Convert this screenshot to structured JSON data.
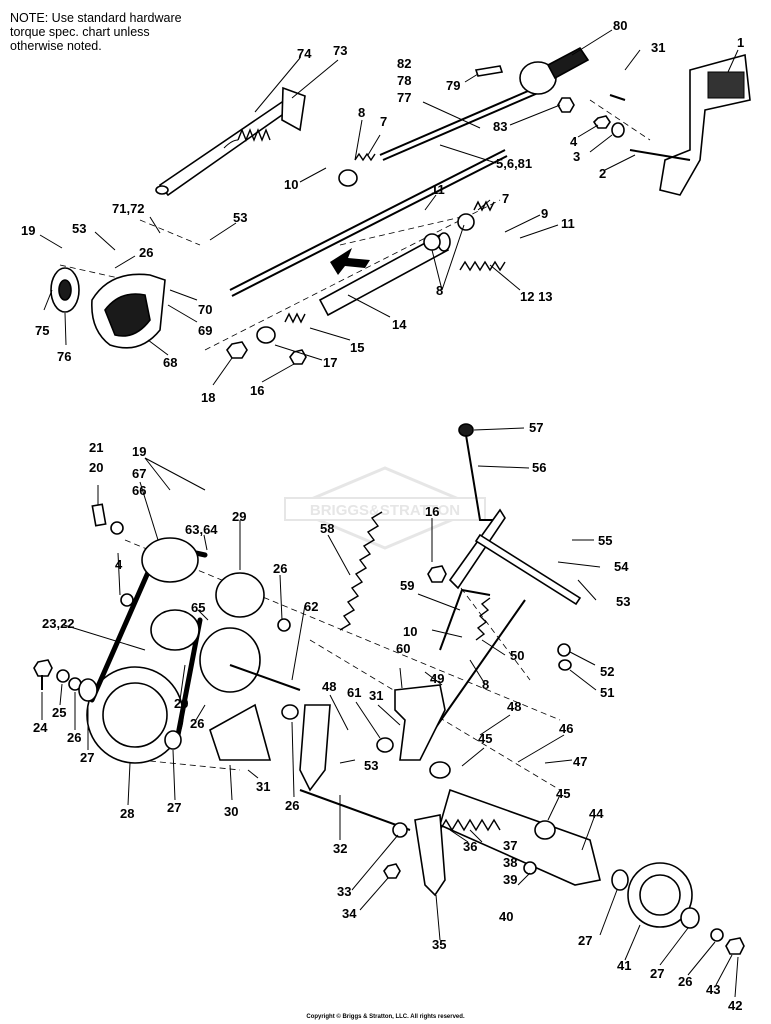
{
  "note": {
    "lines": [
      "NOTE: Use standard hardware",
      "torque spec. chart unless",
      "otherwise noted."
    ]
  },
  "watermark": "BRIGGS&STRATTON",
  "copyright": "Copyright © Briggs & Stratton, LLC. All rights reserved.",
  "callouts": [
    "80",
    "31",
    "1",
    "74",
    "73",
    "82",
    "78",
    "77",
    "79",
    "8",
    "7",
    "83",
    "4",
    "3",
    "2",
    "10",
    "5,6,81",
    "11",
    "7",
    "9",
    "11",
    "71,72",
    "53",
    "19",
    "53",
    "26",
    "8",
    "12 13",
    "70",
    "69",
    "75",
    "76",
    "68",
    "14",
    "15",
    "17",
    "18",
    "16",
    "57",
    "56",
    "21",
    "20",
    "19",
    "67",
    "66",
    "63,64",
    "29",
    "16",
    "55",
    "4",
    "58",
    "54",
    "53",
    "59",
    "26",
    "10",
    "50",
    "23,22",
    "65",
    "62",
    "8",
    "52",
    "51",
    "60",
    "49",
    "48",
    "61",
    "31",
    "48",
    "46",
    "24",
    "25",
    "26",
    "27",
    "29",
    "45",
    "47",
    "26",
    "53",
    "28",
    "27",
    "31",
    "30",
    "26",
    "45",
    "44",
    "32",
    "36",
    "37",
    "38",
    "39",
    "33",
    "40",
    "34",
    "35",
    "27",
    "41",
    "27",
    "26",
    "43",
    "42"
  ]
}
